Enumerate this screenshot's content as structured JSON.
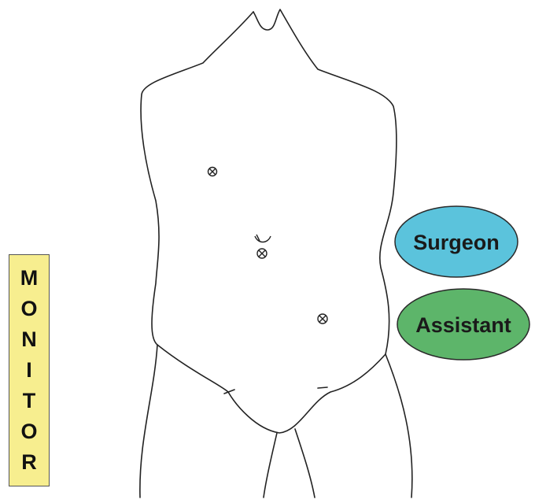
{
  "monitor": {
    "letters": [
      "M",
      "O",
      "N",
      "I",
      "T",
      "O",
      "R"
    ],
    "color": "#f7ee8f"
  },
  "surgeon": {
    "label": "Surgeon",
    "color": "#5bc3dc"
  },
  "assistant": {
    "label": "Assistant",
    "color": "#5db56a"
  },
  "ports": [
    {
      "name": "left-upper-port",
      "icon": "circle-x-port-marker"
    },
    {
      "name": "umbilical-port",
      "icon": "circle-x-port-marker"
    },
    {
      "name": "right-lower-port",
      "icon": "circle-x-port-marker"
    }
  ]
}
